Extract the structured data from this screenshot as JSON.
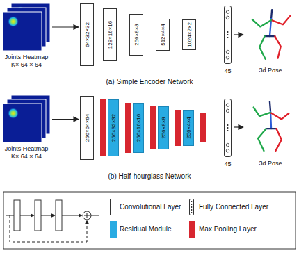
{
  "diagram": {
    "nodes": [
      {
        "text": [
          "Joints Heatmap",
          "K× 64 × 64"
        ]
      },
      {
        "text": [
          "64×32×32"
        ]
      },
      {
        "text": [
          "128×16×16"
        ]
      },
      {
        "text": [
          "256×8×8"
        ]
      },
      {
        "text": [
          "512×4×4"
        ]
      },
      {
        "text": [
          "1024×2×2"
        ]
      },
      {
        "text": [
          "45"
        ]
      },
      {
        "text": [
          "3d Pose"
        ]
      },
      {
        "text": [
          "Joints Heatmap",
          "K× 64 × 64"
        ]
      },
      {
        "text": [
          "256×64×64"
        ]
      },
      {
        "text": [
          "256×32×32"
        ]
      },
      {
        "text": [
          "256×16×16"
        ]
      },
      {
        "text": [
          "256×8×8"
        ]
      },
      {
        "text": [
          "256×4×4"
        ]
      },
      {
        "text": [
          "45"
        ]
      },
      {
        "text": [
          "3d Pose"
        ]
      }
    ],
    "edges": [
      {
        "from": 0,
        "to": 1,
        "arrow": "to"
      },
      {
        "from": 6,
        "to": 7,
        "arrow": "to"
      },
      {
        "from": 8,
        "to": 9,
        "arrow": "to"
      },
      {
        "from": 14,
        "to": 15,
        "arrow": "to"
      }
    ],
    "labels": [
      "(a) Simple Encoder Network",
      "(b) Half-hourglass Network"
    ],
    "legend": [
      {
        "text": "Convolutional Layer"
      },
      {
        "text": "Fully Connected Layer"
      },
      {
        "text": "Residual Module",
        "color": "#29abe2"
      },
      {
        "text": "Max Pooling Layer",
        "color": "#d7262f"
      }
    ]
  }
}
